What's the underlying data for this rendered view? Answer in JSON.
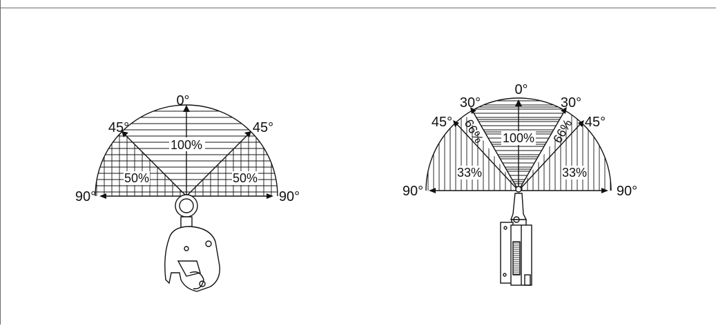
{
  "left_diagram": {
    "angles": {
      "top": "0°",
      "left_diag": "45°",
      "right_diag": "45°",
      "left_side": "90°",
      "right_side": "90°"
    },
    "zones": {
      "center": "100%",
      "left": "50%",
      "right": "50%"
    }
  },
  "right_diagram": {
    "angles": {
      "top": "0°",
      "left_30": "30°",
      "right_30": "30°",
      "left_45": "45°",
      "right_45": "45°",
      "left_side": "90°",
      "right_side": "90°"
    },
    "zones": {
      "center": "100%",
      "left_66": "66%",
      "right_66": "66%",
      "left_33": "33%",
      "right_33": "33%"
    }
  },
  "colors": {
    "line": "#111111",
    "frame": "#6b6b6b",
    "background": "#ffffff"
  }
}
